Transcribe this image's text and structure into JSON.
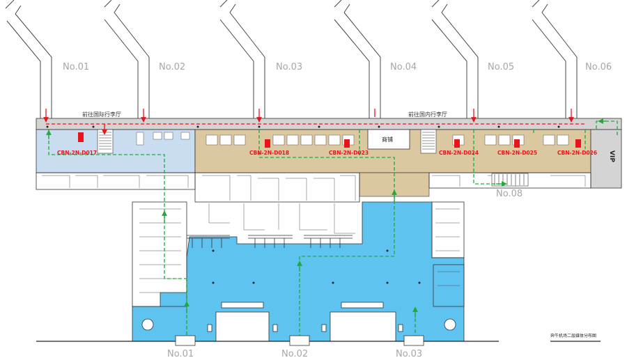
{
  "gates_top": [
    "No.01",
    "No.02",
    "No.03",
    "No.04",
    "No.05",
    "No.06"
  ],
  "gate_bottom_right": "No.08",
  "gates_bottom": [
    "No.01",
    "No.02",
    "No.03"
  ],
  "corridor_labels": {
    "international": "前往国际行李厅",
    "domestic": "前往国内行李厅"
  },
  "shop_label": "商铺",
  "vip_label": "VIP",
  "media_codes": [
    "CBN-2N-D017",
    "CBN-2N-D018",
    "CBN-2N-D023",
    "CBN-2N-D024",
    "CBN-2N-D025",
    "CBN-2N-D026"
  ],
  "caption": "奔牛机场二层媒体分布图",
  "colors": {
    "international_zone": "#c9dcf0",
    "domestic_zone": "#dcc8a0",
    "arrival_hall": "#5fc3f0",
    "corridor": "#d4d4d4",
    "arrival_route": "#e8141c",
    "departure_route": "#23a83c",
    "media_marker": "#e8141c"
  }
}
